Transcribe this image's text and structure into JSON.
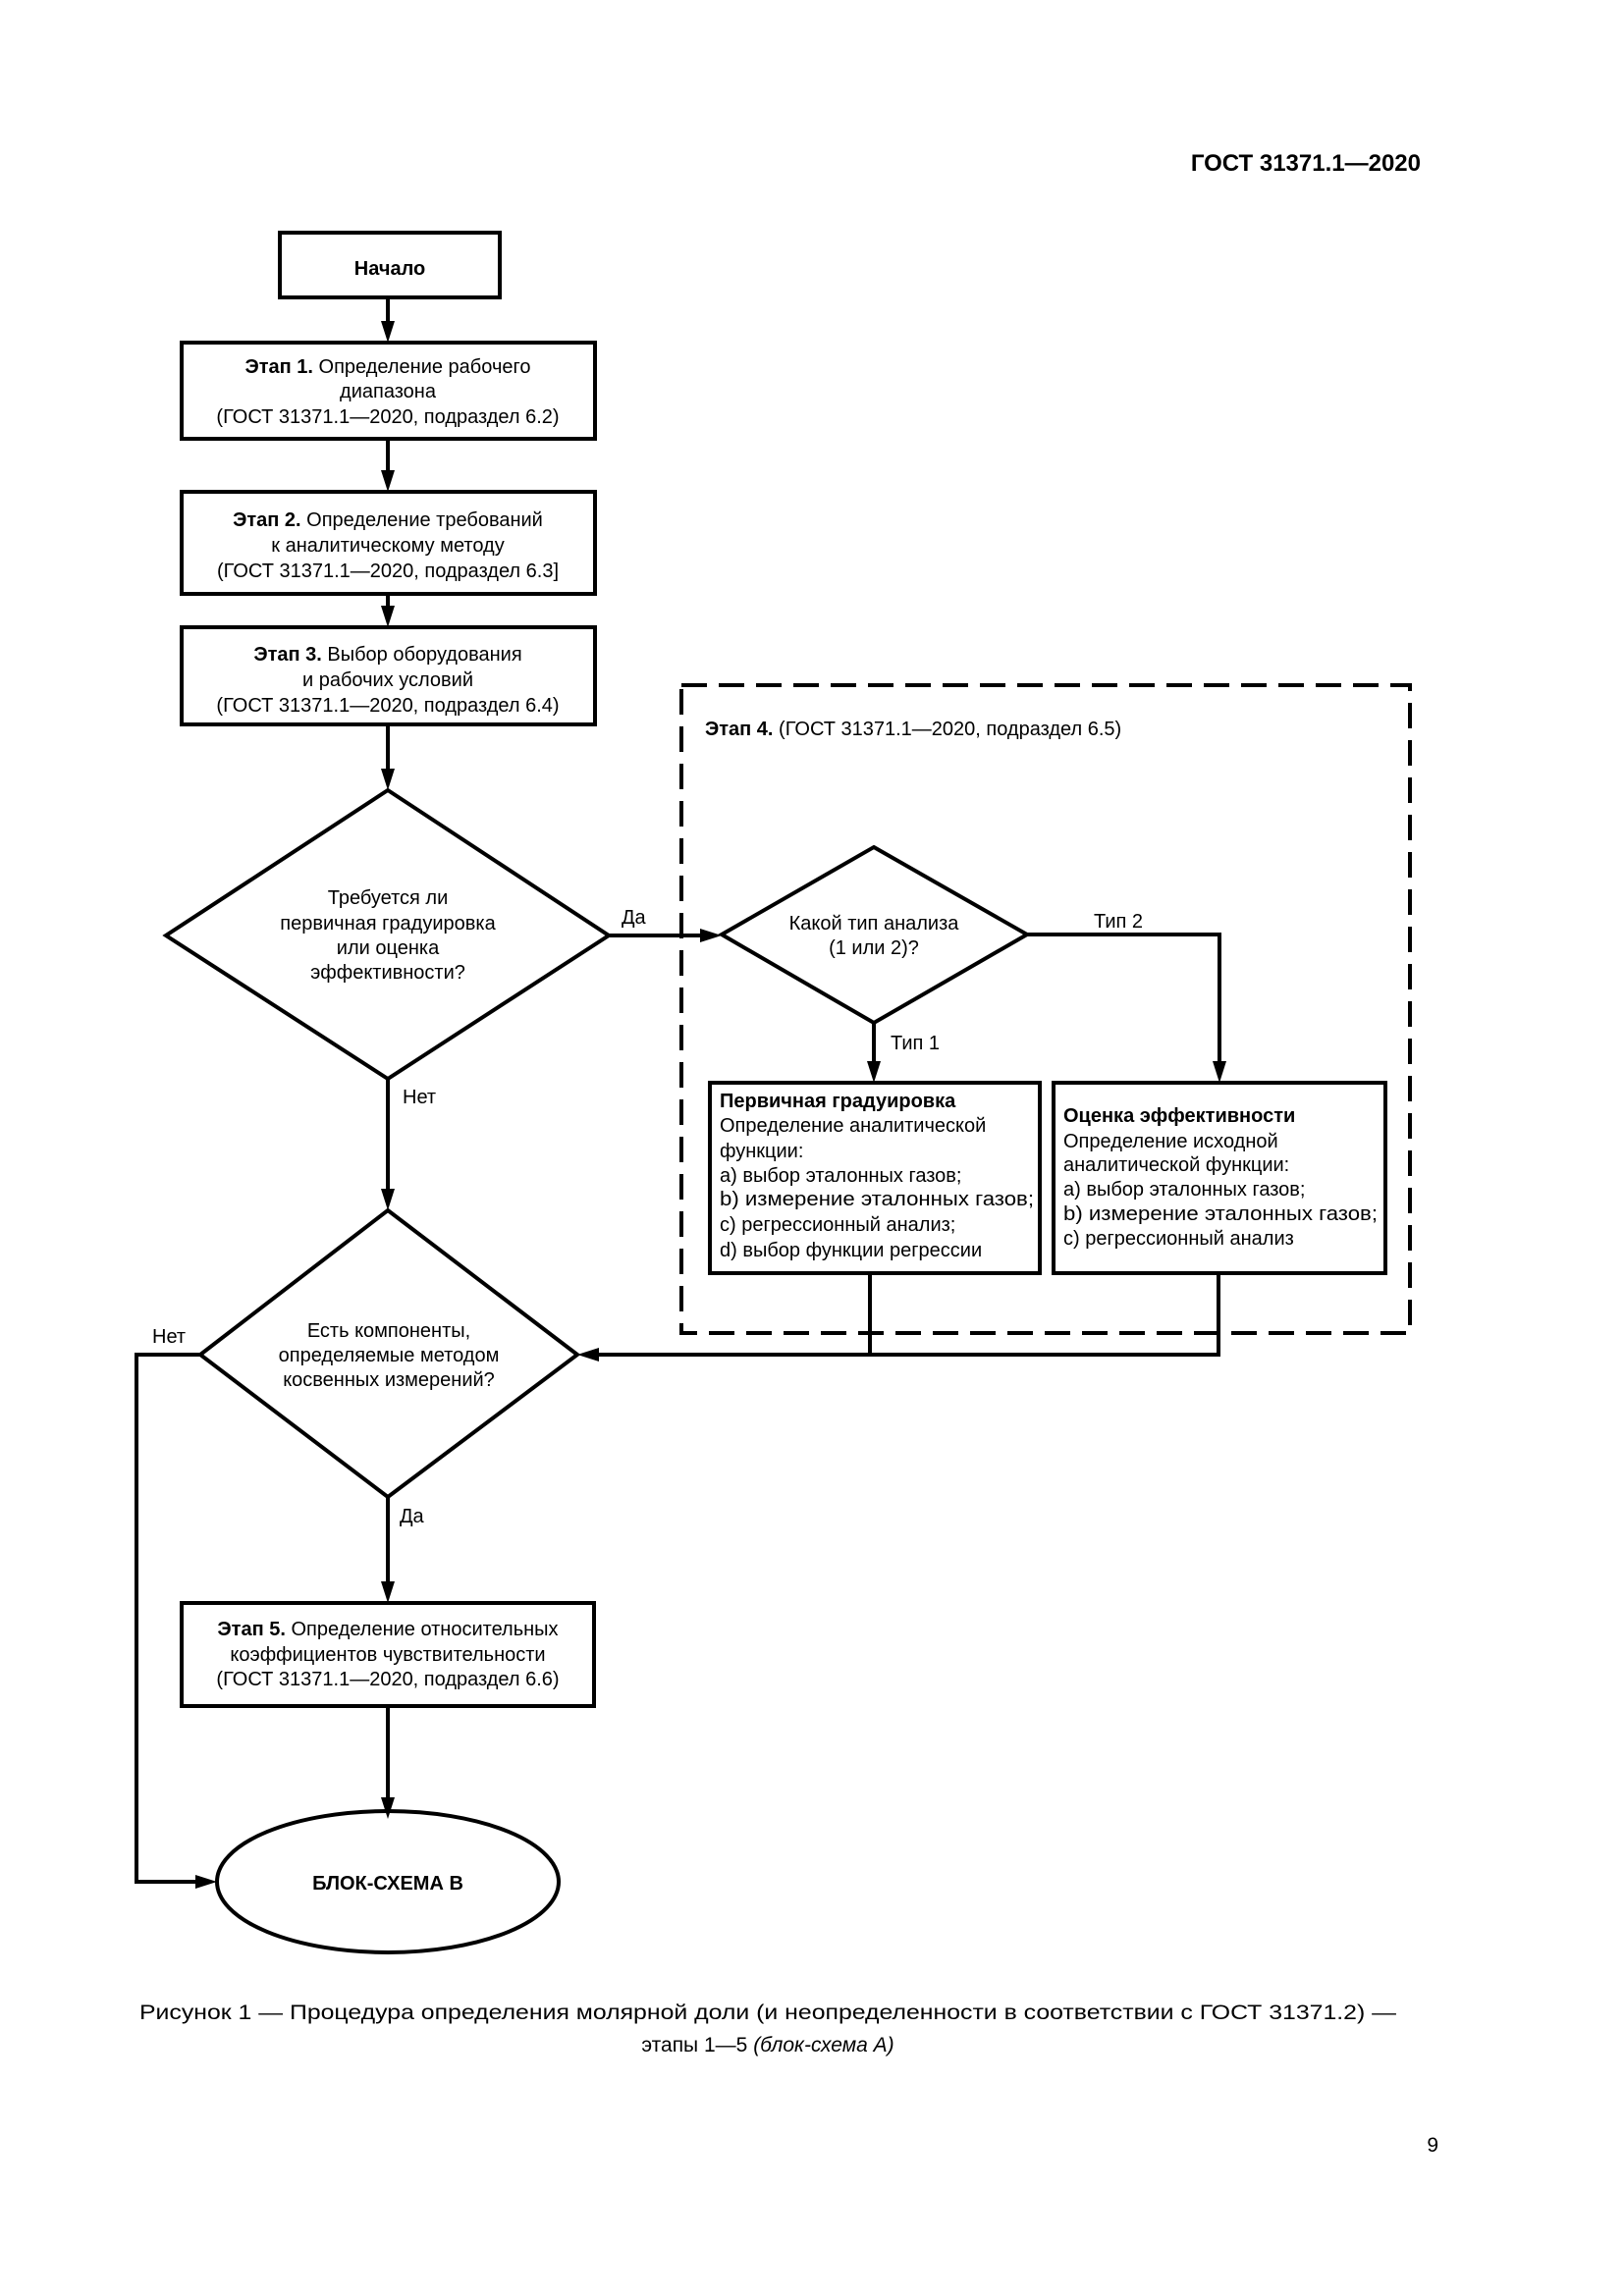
{
  "header": {
    "doc_number": "ГОСТ 31371.1—2020"
  },
  "flowchart": {
    "start": "Начало",
    "step1": {
      "prefix": "Этап 1.",
      "lines": [
        "Определение рабочего",
        "диапазона",
        "(ГОСТ 31371.1—2020, подраздел 6.2)"
      ]
    },
    "step2": {
      "prefix": "Этап 2.",
      "lines": [
        "Определение требований",
        "к аналитическому методу",
        "(ГОСТ 31371.1—2020, подраздел 6.3]"
      ]
    },
    "step3": {
      "prefix": "Этап 3.",
      "lines": [
        "Выбор оборудования",
        "и рабочих условий",
        "(ГОСТ 31371.1—2020, подраздел 6.4)"
      ]
    },
    "decision1": {
      "lines": [
        "Требуется ли",
        "первичная градуировка",
        "или оценка",
        "эффективности?"
      ],
      "yes": "Да",
      "no": "Нет"
    },
    "step4": {
      "prefix": "Этап 4.",
      "title": "(ГОСТ 31371.1—2020, подраздел 6.5)",
      "decision": {
        "lines": [
          "Какой тип анализа",
          "(1 или 2)?"
        ],
        "type1": "Тип 1",
        "type2": "Тип 2"
      },
      "box_type1": {
        "title": "Первичная градуировка",
        "lines": [
          "Определение аналитической",
          "функции:",
          "a) выбор эталонных газов;",
          "b) измерение эталонных газов;",
          "c) регрессионный анализ;",
          "d) выбор функции регрессии"
        ]
      },
      "box_type2": {
        "title": "Оценка эффективности",
        "lines": [
          "Определение исходной",
          "аналитической функции:",
          "a) выбор эталонных газов;",
          "b) измерение эталонных газов;",
          "c) регрессионный анализ"
        ]
      }
    },
    "decision2": {
      "lines": [
        "Есть компоненты,",
        "определяемые методом",
        "косвенных измерений?"
      ],
      "yes": "Да",
      "no": "Нет"
    },
    "step5": {
      "prefix": "Этап 5.",
      "lines": [
        "Определение относительных",
        "коэффициентов чувствительности",
        "(ГОСТ 31371.1—2020, подраздел 6.6)"
      ]
    },
    "end": "БЛОК-СХЕМА B"
  },
  "caption": {
    "line1": "Рисунок 1 — Процедура определения молярной доли (и неопределенности в соответствии с ГОСТ 31371.2) —",
    "line2_plain": "этапы 1—5 ",
    "line2_italic": "(блок-схема А)"
  },
  "page_number": "9"
}
